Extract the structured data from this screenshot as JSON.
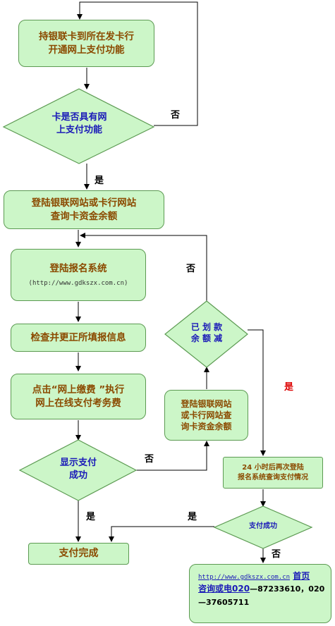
{
  "nodes": {
    "open": {
      "line1": "持银联卡到所在发卡行",
      "line2": "开通网上支付功能"
    },
    "check_card": {
      "line1": "卡是否具有网",
      "line2": "上支付功能"
    },
    "login_bank": {
      "line1": "登陆银联网站或卡行网站",
      "line2": "查询卡资金余额"
    },
    "login_system": {
      "line1": "登陆报名系统",
      "url": "(http://www.gdkszx.com.cn)"
    },
    "verify_info": {
      "text": "检查并更正所填报信息"
    },
    "pay_fee": {
      "line1": "点击“网上缴费 ”执行",
      "line2": "网上在线支付考务费"
    },
    "show_success": {
      "line1": "显示支付",
      "line2": "成功"
    },
    "done": {
      "text": "支付完成"
    },
    "query_balance": {
      "line1": "登陆银联网站",
      "line2": "或卡行网站查",
      "line3": "询卡资金余额"
    },
    "deducted": {
      "line1": "已 划 款",
      "line2": "余 额 减"
    },
    "recheck": {
      "line1": "24 小时后再次登陆",
      "line2": "报名系统查询支付情况"
    },
    "pay_success": {
      "text": "支付成功"
    },
    "contact": {
      "url": "http://www.gdkszx.com.cn",
      "home": "首页",
      "phone_label": "咨询或电020",
      "phone1": "—87233610，020",
      "phone2": "—37605711"
    }
  },
  "labels": {
    "no_top": "否",
    "yes_1": "是",
    "no_deducted": "否",
    "yes_deducted": "是",
    "no_show": "否",
    "yes_show": "是",
    "yes_pay": "是",
    "no_pay": "否"
  },
  "colors": {
    "fill": "#ccf6c8",
    "border": "#5c9a52",
    "text_brown": "#8b4a00",
    "text_blue": "#1a1ab8",
    "yes_red": "#dd0000"
  }
}
